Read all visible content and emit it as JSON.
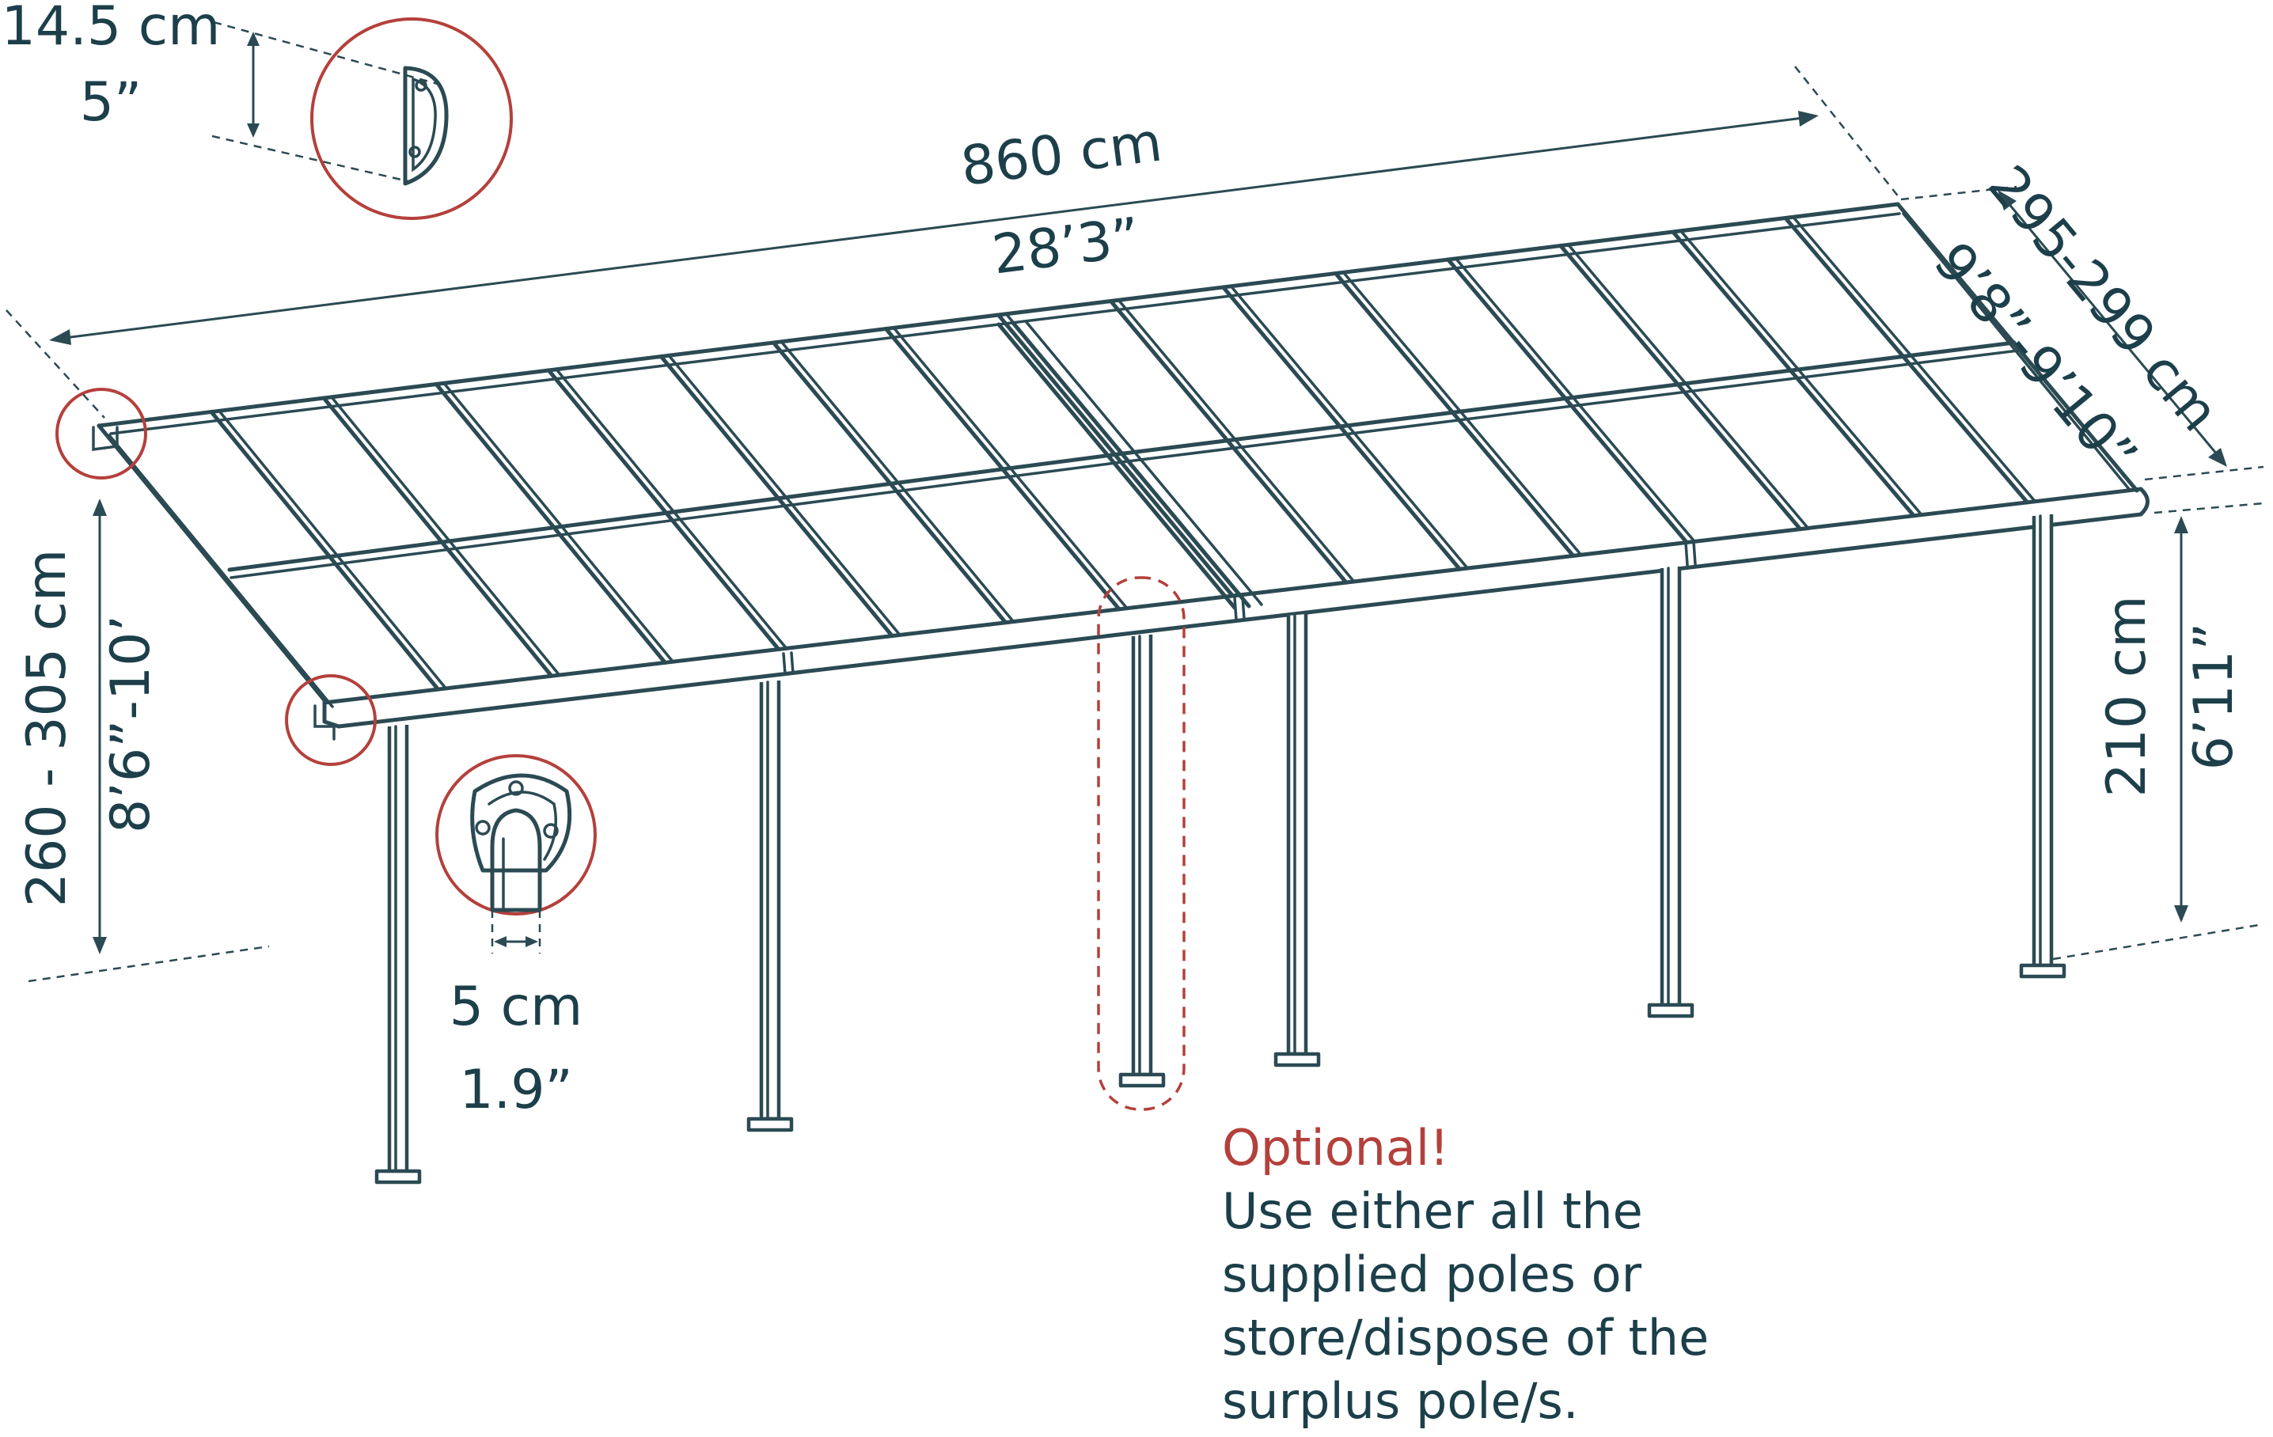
{
  "dimensions": {
    "length_cm": "860 cm",
    "length_ft": "28’3”",
    "depth_cm": "295-299 cm",
    "depth_ft": "9’8”-9’10”",
    "wall_height_cm": "260 - 305 cm",
    "wall_height_ft": "8’6”-10’",
    "front_height_cm": "210 cm",
    "front_height_ft": "6’11”",
    "profile_height_cm": "14.5 cm",
    "profile_height_in": "5”",
    "post_width_cm": "5 cm",
    "post_width_in": "1.9”"
  },
  "note": {
    "title": "Optional!",
    "lines": [
      "Use either all the",
      "supplied poles or",
      "store/dispose of the",
      "surplus pole/s."
    ]
  },
  "colors": {
    "line": "#2b4a53",
    "text": "#1c3f4a",
    "highlight": "#b4403c"
  }
}
